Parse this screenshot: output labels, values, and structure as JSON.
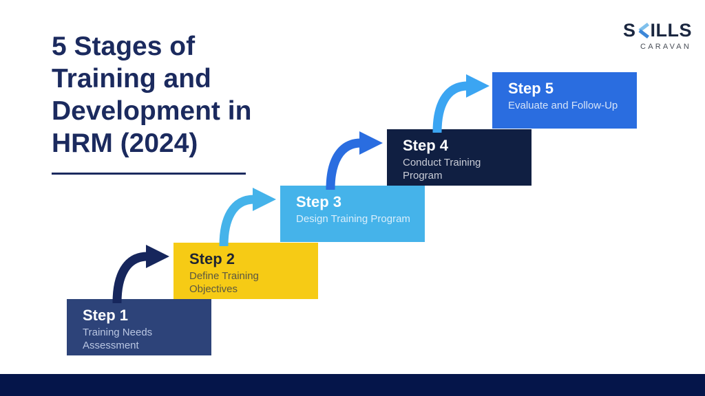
{
  "page": {
    "background_color": "#FFFFFF",
    "footer_bar_color": "#05154A"
  },
  "header": {
    "title_lines": [
      "5 Stages of",
      "Training and",
      "Development in",
      "HRM (2024)"
    ],
    "title_color": "#1B2A5E",
    "underline_color": "#1B2A5E"
  },
  "logo": {
    "brand_top_prefix": "S",
    "brand_top_suffix": "ILLS",
    "brand_bottom": "CARAVAN",
    "brand_color": "#1B2740",
    "subbrand_color": "#474C55",
    "chevron_light_color": "#7FC0EC",
    "chevron_dark_color": "#3D87D8"
  },
  "steps": [
    {
      "label": "Step 1",
      "description_lines": [
        "Training Needs",
        "Assessment"
      ],
      "box_color": "#2D4379",
      "label_color": "#FFFFFF",
      "description_color": "#B9C6E2"
    },
    {
      "label": "Step 2",
      "description_lines": [
        "Define Training",
        "Objectives"
      ],
      "box_color": "#F6CB15",
      "label_color": "#1E2433",
      "description_color": "#5A5741"
    },
    {
      "label": "Step 3",
      "description_lines": [
        "Design Training Program"
      ],
      "box_color": "#45B3EA",
      "label_color": "#FFFFFF",
      "description_color": "#D9EEFB"
    },
    {
      "label": "Step 4",
      "description_lines": [
        "Conduct Training",
        "Program"
      ],
      "box_color": "#101F42",
      "label_color": "#FFFFFF",
      "description_color": "#C9CCD6"
    },
    {
      "label": "Step 5",
      "description_lines": [
        "Evaluate and Follow-Up"
      ],
      "box_color": "#2A6DE0",
      "label_color": "#FFFFFF",
      "description_color": "#D6E4F8"
    }
  ],
  "arrows": [
    {
      "name": "step-1-to-step-2",
      "color": "#16265C"
    },
    {
      "name": "step-2-to-step-3",
      "color": "#45B3EA"
    },
    {
      "name": "step-3-to-step-4",
      "color": "#2A6DE0"
    },
    {
      "name": "step-4-to-step-5",
      "color": "#3BA5F2"
    }
  ]
}
